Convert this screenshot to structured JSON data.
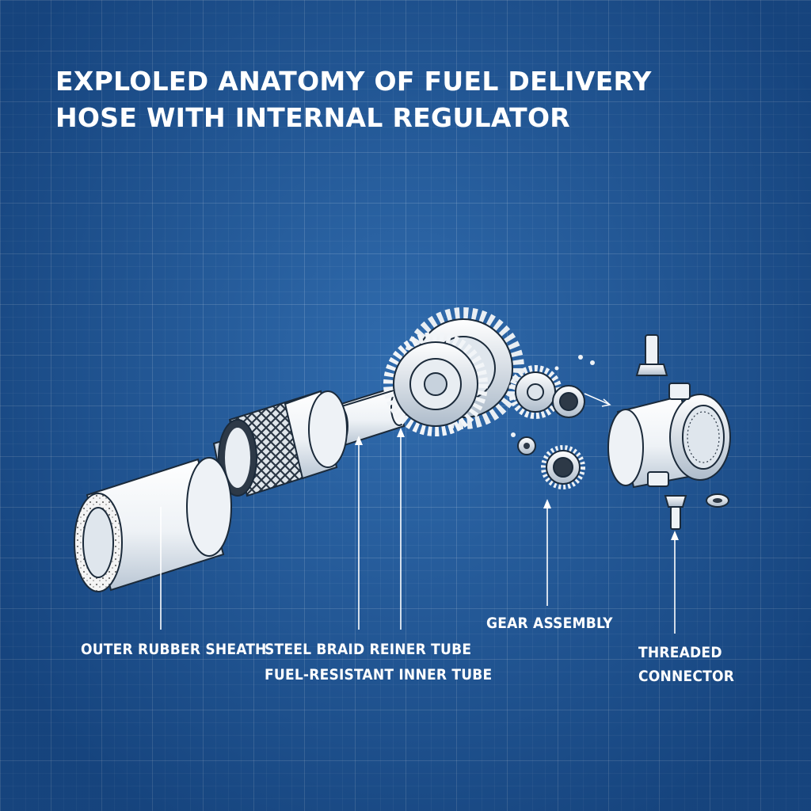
{
  "title": "EXPLOLED ANATOMY OF FUEL DELIVERY HOSE WITH INTERNAL REGULATOR",
  "labels": {
    "outer_sheath": "OUTER RUBBER SHEATH",
    "steel_braid": "STEEL BRAID REINER TUBE",
    "inner_tube": "FUEL-RESISTANT INNER TUBE",
    "gear_assembly": "GEAR ASSEMBLY",
    "connector_line1": "THREADED",
    "connector_line2": "CONNECTOR"
  },
  "colors": {
    "background": "#1f5a9a",
    "grid": "#ffffff",
    "parts": "#f4f6f8",
    "outline": "#1b2a3a"
  }
}
